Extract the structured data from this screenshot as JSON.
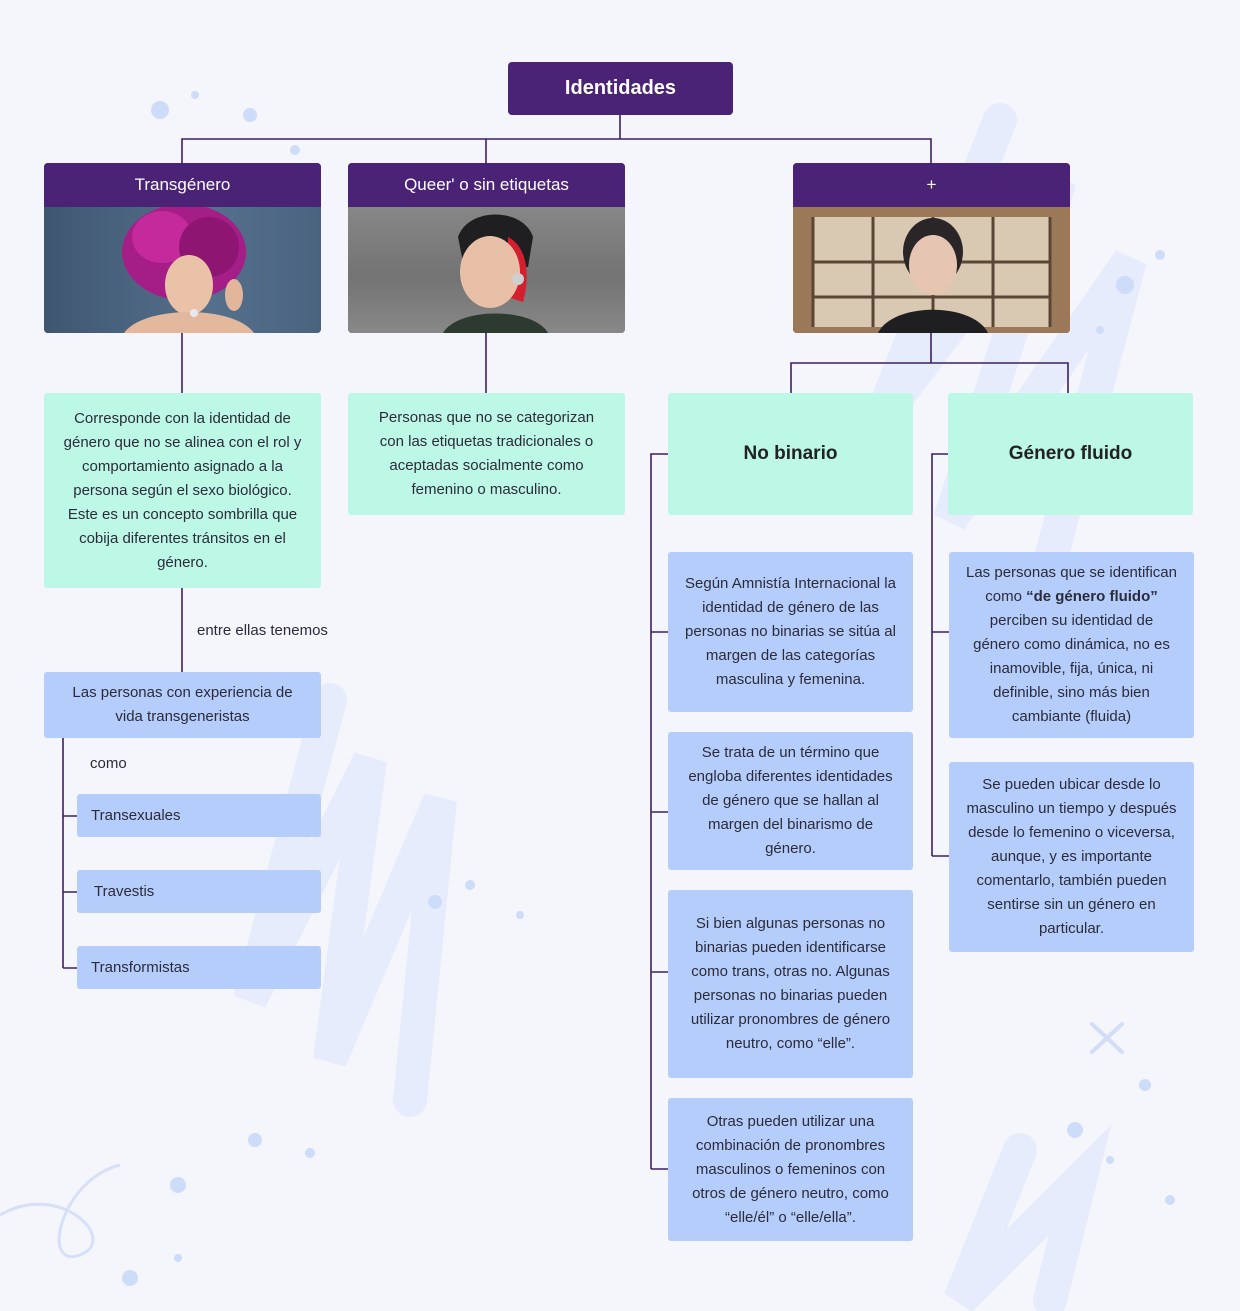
{
  "root": "Identidades",
  "branches": {
    "trans": {
      "title": "Transgénero",
      "desc": "Corresponde con la identidad de género que no se alinea con el rol y comportamiento asignado a la persona según el sexo biológico. Este es un concepto sombrilla que cobija diferentes tránsitos en el género."
    },
    "queer": {
      "title": "Queer' o sin etiquetas",
      "desc": "Personas que no se categorizan con las etiquetas tradicionales o aceptadas socialmente como femenino o masculino."
    },
    "plus": {
      "title": "+"
    }
  },
  "trans_sub": {
    "connector": "entre ellas tenemos",
    "group": "Las personas con experiencia de vida transgeneristas",
    "como": "como",
    "items": [
      "Transexuales",
      "Travestis",
      "Transformistas"
    ]
  },
  "no_binario": {
    "title": "No binario",
    "items": [
      "Según Amnistía Internacional la identidad de género de las personas no binarias se sitúa al margen de las categorías masculina y femenina.",
      "Se trata de un término que engloba diferentes identidades de género que se hallan al margen del binarismo de género.",
      "Si bien algunas personas no binarias pueden identificarse como trans, otras no. Algunas personas no binarias pueden utilizar pronombres de género neutro, como “elle”.",
      "Otras pueden utilizar una combinación de pronombres masculinos o femeninos con otros de género neutro, como “elle/él” o “elle/ella”."
    ]
  },
  "genero_fluido": {
    "title": "Género fluido",
    "item1_pre": "Las personas que se identifican como ",
    "item1_bold": "“de género fluido”",
    "item1_post": " perciben su identidad de género como dinámica, no es inamovible, fija, única, ni definible, sino más bien cambiante (fluida)",
    "item2": "Se pueden ubicar desde lo masculino un tiempo y después desde lo femenino o viceversa, aunque, y es importante comentarlo, también pueden sentirse sin un género en particular."
  },
  "colors": {
    "purple": "#4a2376",
    "mint": "#bdf8e7",
    "blue": "#b5cdfb",
    "line": "#3d1f66"
  }
}
